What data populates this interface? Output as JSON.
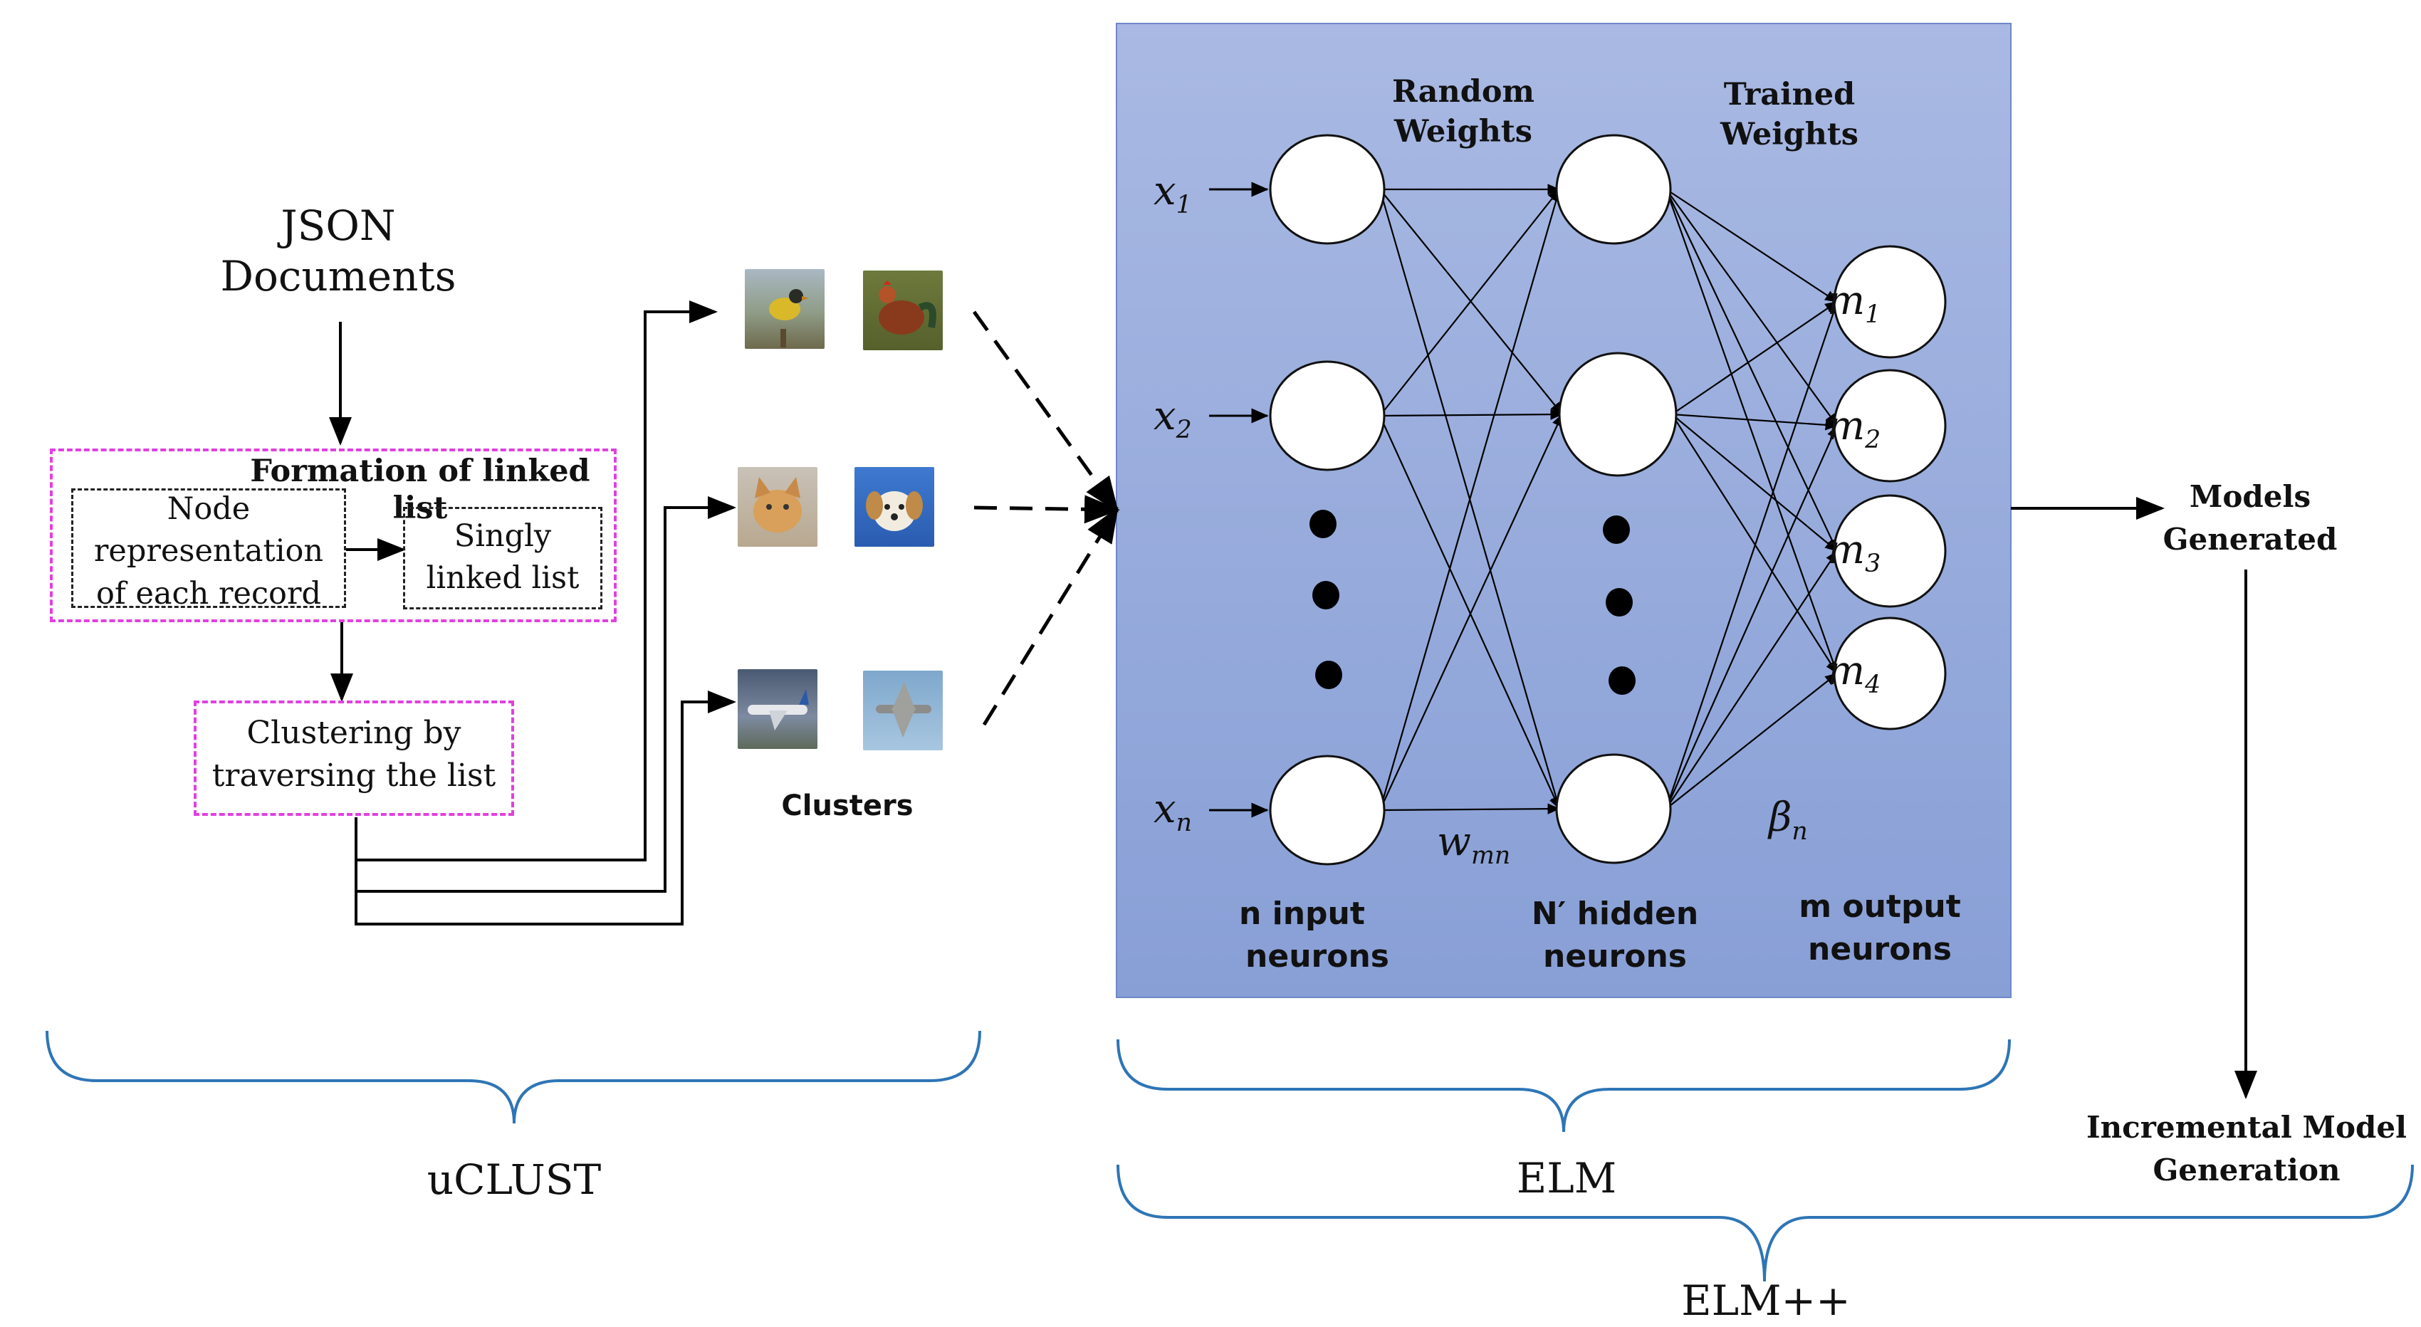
{
  "source": {
    "title_line1": "JSON",
    "title_line2": "Documents"
  },
  "linked_list": {
    "title": "Formation of linked list",
    "node_line1": "Node",
    "node_line2": "representation",
    "node_line3": "of each record",
    "singly_line1": "Singly",
    "singly_line2": "linked list"
  },
  "clustering": {
    "line1": "Clustering by",
    "line2": "traversing the list"
  },
  "clusters": {
    "label": "Clusters",
    "images": [
      {
        "icon": "bird-thumbnail-icon"
      },
      {
        "icon": "rooster-thumbnail-icon"
      },
      {
        "icon": "cat-thumbnail-icon"
      },
      {
        "icon": "dog-thumbnail-icon"
      },
      {
        "icon": "airliner-thumbnail-icon"
      },
      {
        "icon": "propeller-plane-thumbnail-icon"
      }
    ]
  },
  "elm_network": {
    "random_weights_line1": "Random",
    "random_weights_line2": "Weights",
    "trained_weights_line1": "Trained",
    "trained_weights_line2": "Weights",
    "inputs": [
      {
        "base": "x",
        "sub": "1"
      },
      {
        "base": "x",
        "sub": "2"
      },
      {
        "base": "x",
        "sub": "n"
      }
    ],
    "outputs": [
      {
        "base": "m",
        "sub": "1"
      },
      {
        "base": "m",
        "sub": "2"
      },
      {
        "base": "m",
        "sub": "3"
      },
      {
        "base": "m",
        "sub": "4"
      }
    ],
    "w_label": {
      "base": "w",
      "sub": "mn"
    },
    "beta_label": {
      "base": "β",
      "sub": "n"
    },
    "input_neurons_line1": "n input",
    "input_neurons_line2": "neurons",
    "hidden_neurons_line1": "N′ hidden",
    "hidden_neurons_line2": "neurons",
    "output_neurons_line1": "m output",
    "output_neurons_line2": "neurons",
    "panel_gradient_top": "#a9b9e3",
    "panel_gradient_bottom": "#889fd6"
  },
  "models": {
    "line1": "Models",
    "line2": "Generated"
  },
  "incremental": {
    "line1": "Incremental Model",
    "line2": "Generation"
  },
  "groups": {
    "uclust": "uCLUST",
    "elm": "ELM",
    "elm_pp": "ELM++"
  },
  "colors": {
    "dashed_box": "#e040e0",
    "brace": "#2e75b6",
    "arrow": "#000000"
  }
}
